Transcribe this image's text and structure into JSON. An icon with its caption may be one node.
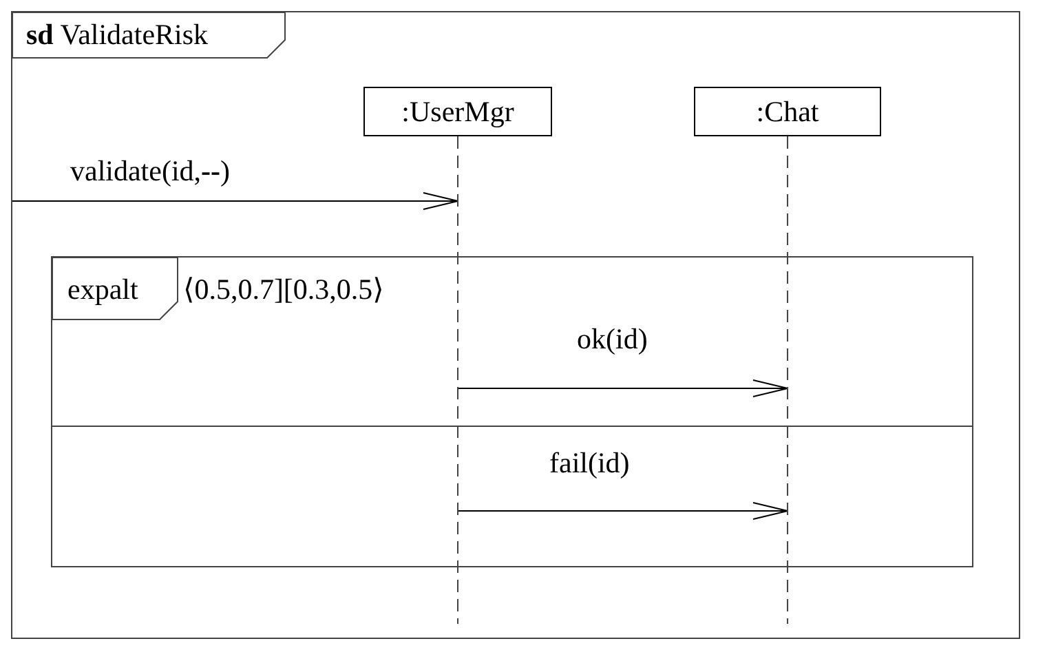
{
  "diagram": {
    "nodes": [
      {
        "text": [
          "**sd** ValidateRisk"
        ]
      },
      {
        "text": [
          ":UserMgr"
        ],
        "in": 0
      },
      {
        "text": [
          ":Chat"
        ],
        "in": 0
      },
      {
        "text": [
          "expalt",
          "⟨0.5,0.7][0.3,0.5⟩"
        ],
        "in": 0
      }
    ],
    "edges": [
      {
        "from": null,
        "to": 1,
        "arrow": "to",
        "label": "validate(id,**--**)"
      },
      {
        "from": 1,
        "to": 2,
        "arrow": "to",
        "label": "ok(id)"
      },
      {
        "from": 1,
        "to": 2,
        "arrow": "to",
        "label": "fail(id)"
      }
    ]
  }
}
